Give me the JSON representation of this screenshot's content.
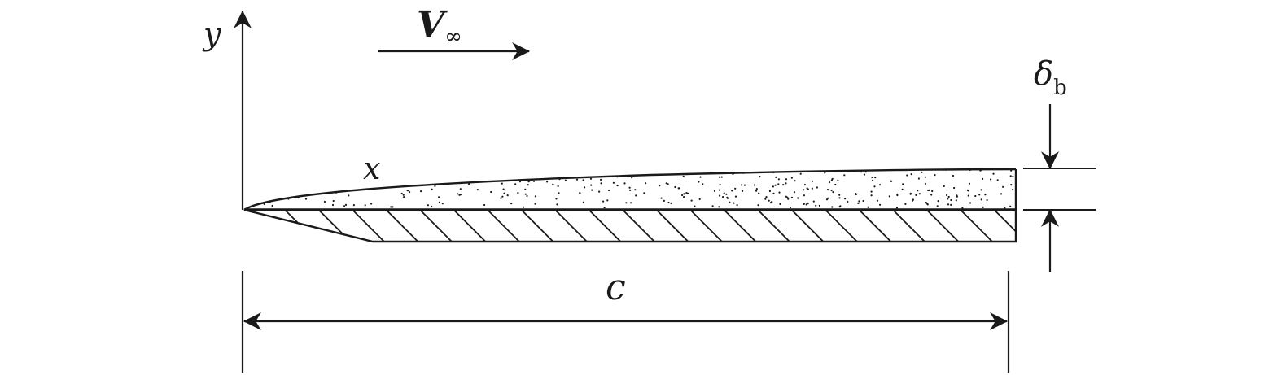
{
  "diagram": {
    "labels": {
      "y_axis": "y",
      "x_axis": "x",
      "velocity_symbol": "V",
      "velocity_subscript": "∞",
      "thickness_symbol": "δ",
      "thickness_subscript": "b",
      "chord": "c"
    },
    "colors": {
      "ink": "#1a1a1a",
      "background": "#ffffff"
    }
  }
}
